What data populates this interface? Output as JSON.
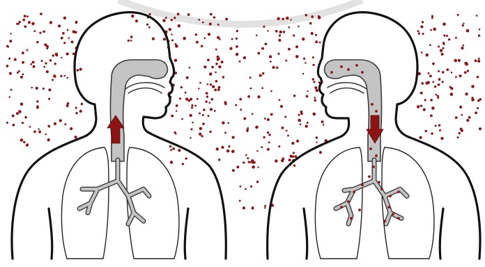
{
  "diagram": {
    "left_figure": {
      "name": "exhaling-person",
      "airflow_direction": "up"
    },
    "right_figure": {
      "name": "inhaling-person",
      "airflow_direction": "down"
    },
    "colors": {
      "outline": "#111111",
      "airway": "#c4c4c4",
      "particle": "#8b1414",
      "arrow": "#8b1414",
      "watermark": "#d6d6d6"
    }
  }
}
